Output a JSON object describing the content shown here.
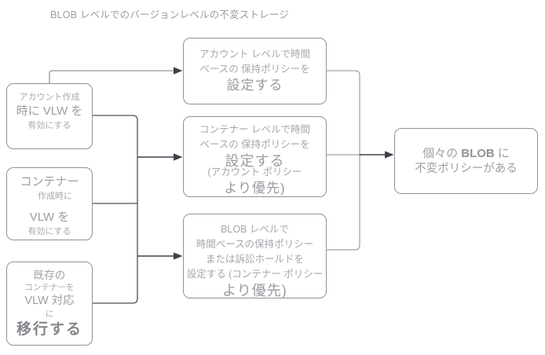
{
  "title": "BLOB レベルでのバージョンレベルの不変ストレージ",
  "colors": {
    "box_border": "#8e9298",
    "line_dark": "#3d414b",
    "line_gray": "#90939a",
    "line_light": "#a0a3a8",
    "text_light": "#a4a7ac",
    "text_dark": "#83868b"
  },
  "boxes": {
    "left1": {
      "lines": [
        "アカウント作成",
        "時に VLW を",
        "有効にする"
      ]
    },
    "left2": {
      "lines": [
        "コンテナー",
        "作成時に",
        "VLW を",
        "有効にする"
      ]
    },
    "left3": {
      "lines": [
        "既存の",
        "コンテナーを",
        "VLW 対応",
        "に",
        "移行する"
      ]
    },
    "mid1": {
      "lines": [
        "アカウント レベルで時間",
        "ベースの 保持ポリシーを",
        "設定する"
      ]
    },
    "mid2": {
      "lines": [
        "コンテナー レベルで時間",
        "ベースの 保持ポリシーを",
        "設定する",
        "(アカウント ポリシー",
        "より優先)"
      ]
    },
    "mid3": {
      "lines": [
        "BLOB レベルで",
        "時間ベースの保持ポリシー",
        "または訴訟ホールドを",
        "設定する (コンテナー ポリシー",
        "より優先)"
      ]
    },
    "right1": {
      "line1_prefix": "個々の ",
      "line1_bold": "BLOB",
      "line1_suffix": " に",
      "line2": "不変ポリシーがある"
    }
  }
}
